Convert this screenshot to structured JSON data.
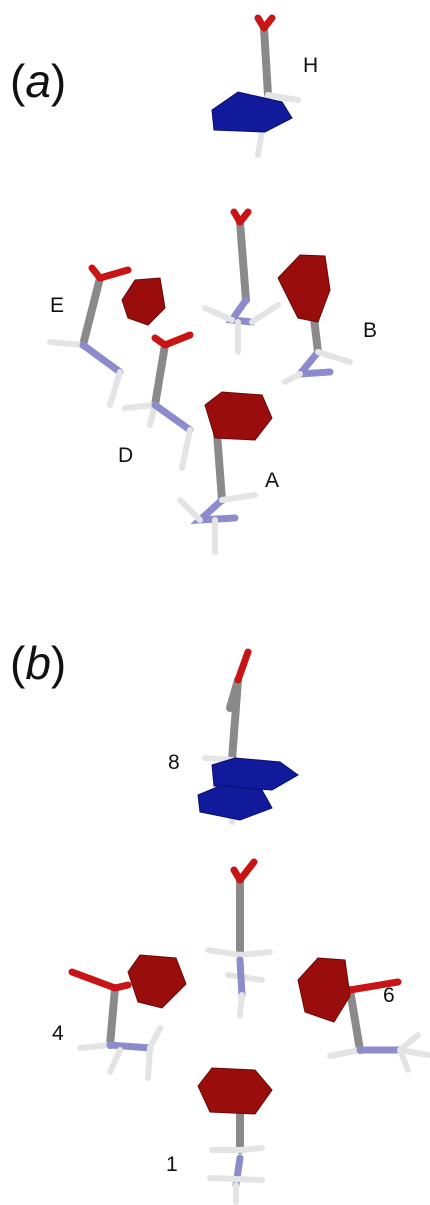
{
  "panels": [
    {
      "paren_open": "(",
      "letter": "a",
      "paren_close": ")"
    },
    {
      "paren_open": "(",
      "letter": "b",
      "paren_close": ")"
    }
  ],
  "labels_a": [
    "H",
    "E",
    "B",
    "D",
    "A"
  ],
  "labels_b": [
    "8",
    "4",
    "6",
    "1"
  ],
  "colors": {
    "carbon": "#8a8a8a",
    "oxygen": "#c81414",
    "nitrogen": "#8c8ccc",
    "hydrogen": "#e4e4e4",
    "surface_red": "#9a0d0d",
    "surface_blue": "#101a9a"
  }
}
